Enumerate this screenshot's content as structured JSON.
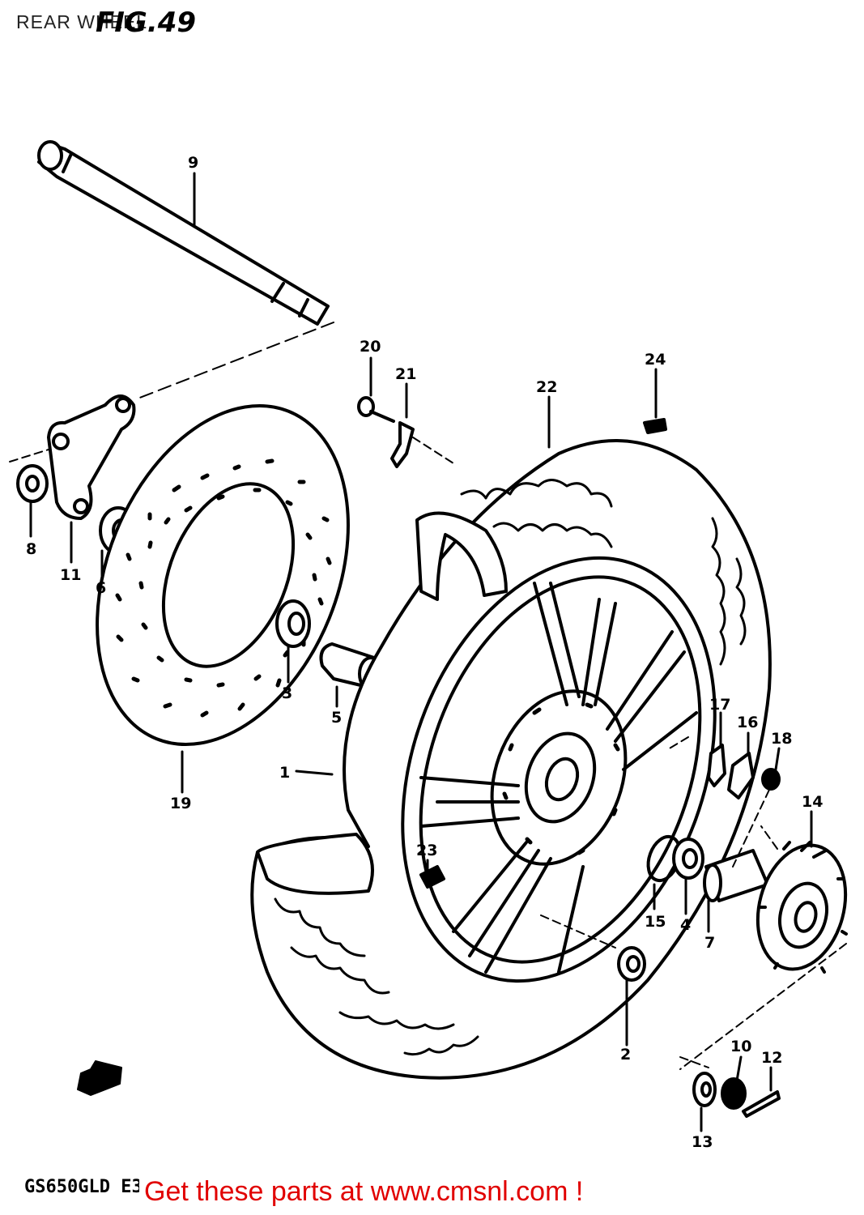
{
  "header": {
    "title": "REAR WHEEL",
    "figure": "FIG.49"
  },
  "footer": {
    "model": "GS650GLD E3",
    "cta": "Get these parts at www.cmsnl.com !",
    "cta_color": "#e10000"
  },
  "callouts": [
    "1",
    "2",
    "3",
    "4",
    "5",
    "6",
    "7",
    "8",
    "9",
    "10",
    "11",
    "12",
    "13",
    "14",
    "15",
    "16",
    "17",
    "18",
    "19",
    "20",
    "21",
    "22",
    "23",
    "24"
  ]
}
